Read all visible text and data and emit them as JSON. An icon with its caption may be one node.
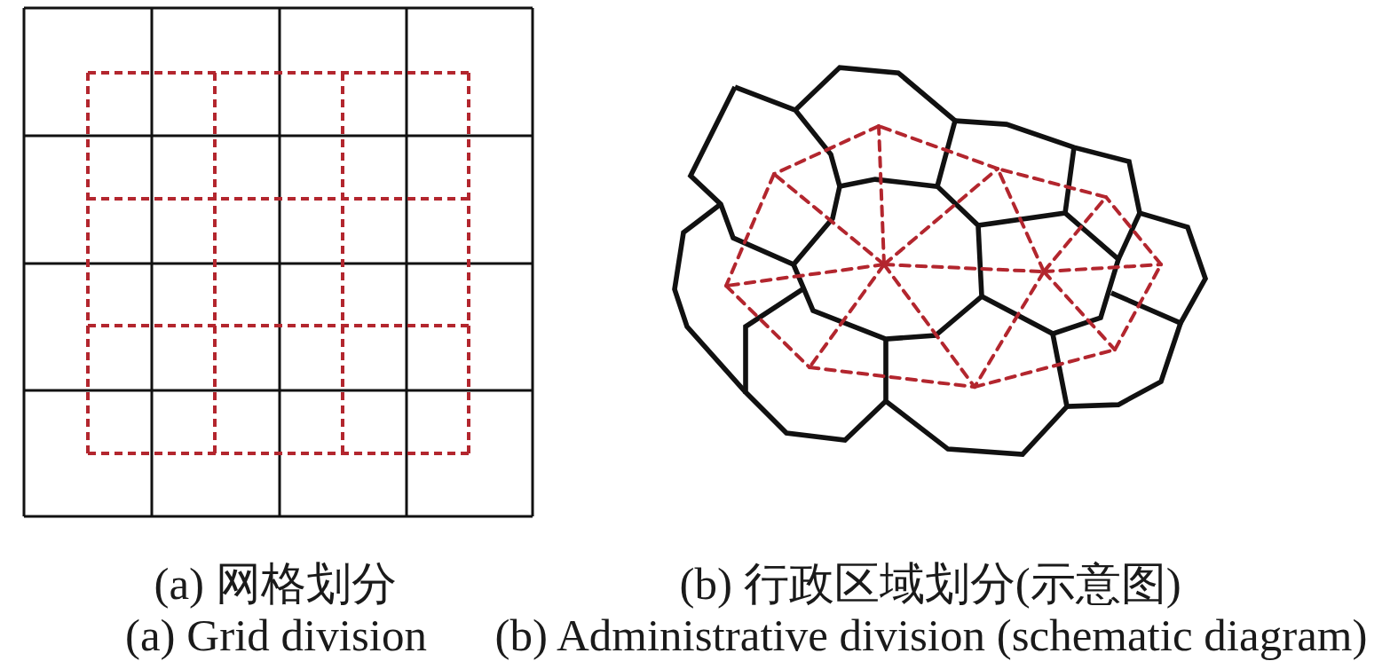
{
  "diagram": {
    "labels": [
      "(a) 网格划分",
      "(b) 行政区域划分(示意图)",
      "(a) Grid division",
      "(b) Administrative division (schematic diagram)"
    ]
  }
}
